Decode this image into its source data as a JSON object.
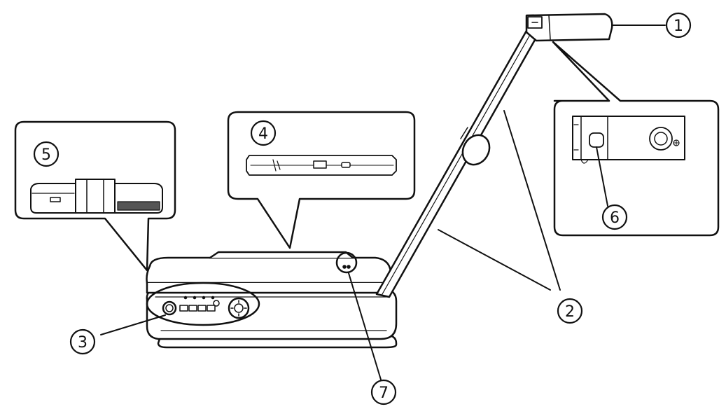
{
  "callouts": [
    {
      "id": "1",
      "label": "①"
    },
    {
      "id": "2",
      "label": "②"
    },
    {
      "id": "3",
      "label": "③"
    },
    {
      "id": "4",
      "label": "④"
    },
    {
      "id": "5",
      "label": "⑤"
    },
    {
      "id": "6",
      "label": "⑥"
    },
    {
      "id": "7",
      "label": "⑦"
    }
  ],
  "colors": {
    "stroke": "#111111",
    "fill": "#ffffff",
    "shade": "#e6e6e6",
    "dark": "#3a3a3a"
  }
}
